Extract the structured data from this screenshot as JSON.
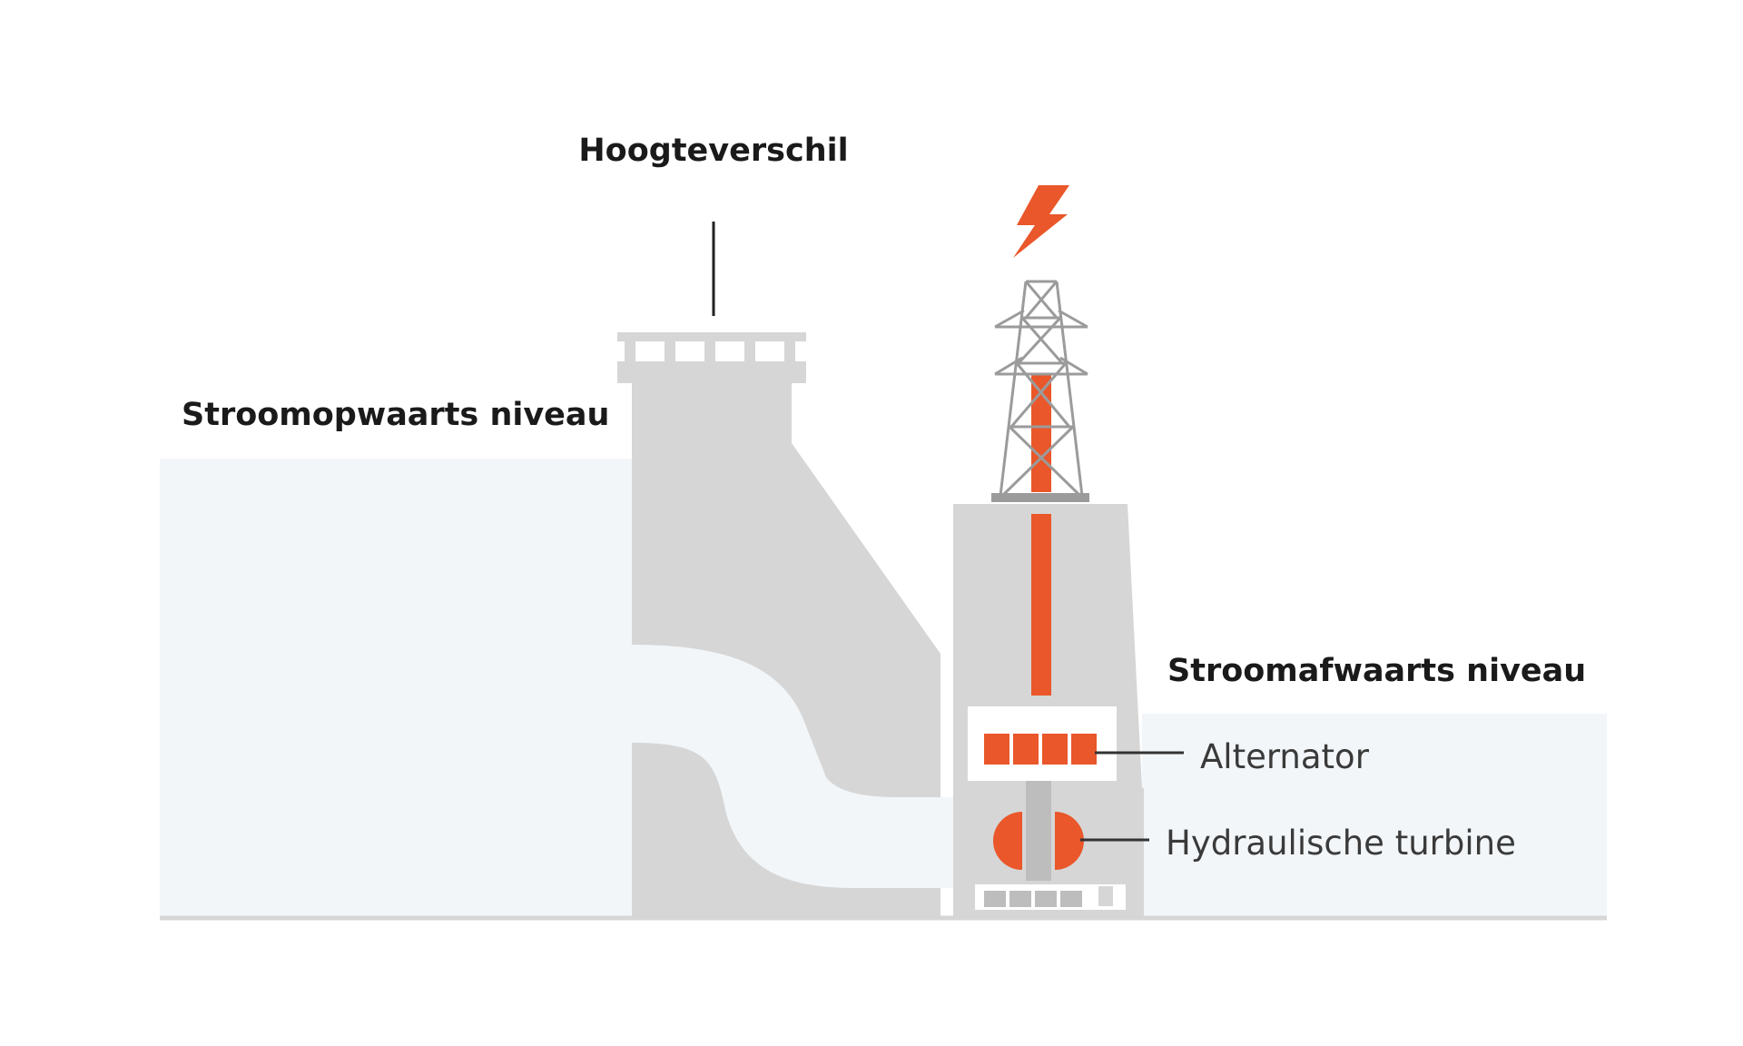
{
  "labels": {
    "head": "Hoogteverschil",
    "upstream": "Stroomopwaarts niveau",
    "downstream": "Stroomafwaarts niveau",
    "alternator": "Alternator",
    "turbine": "Hydraulische turbine"
  },
  "icons": {
    "power": "lightning-bolt-icon",
    "pylon": "transmission-tower-icon"
  },
  "colors": {
    "water": "#f2f6f9",
    "concrete": "#d6d6d6",
    "accent": "#e9572a",
    "pylon": "#9b9b9b",
    "text": "#1a1a1a"
  }
}
